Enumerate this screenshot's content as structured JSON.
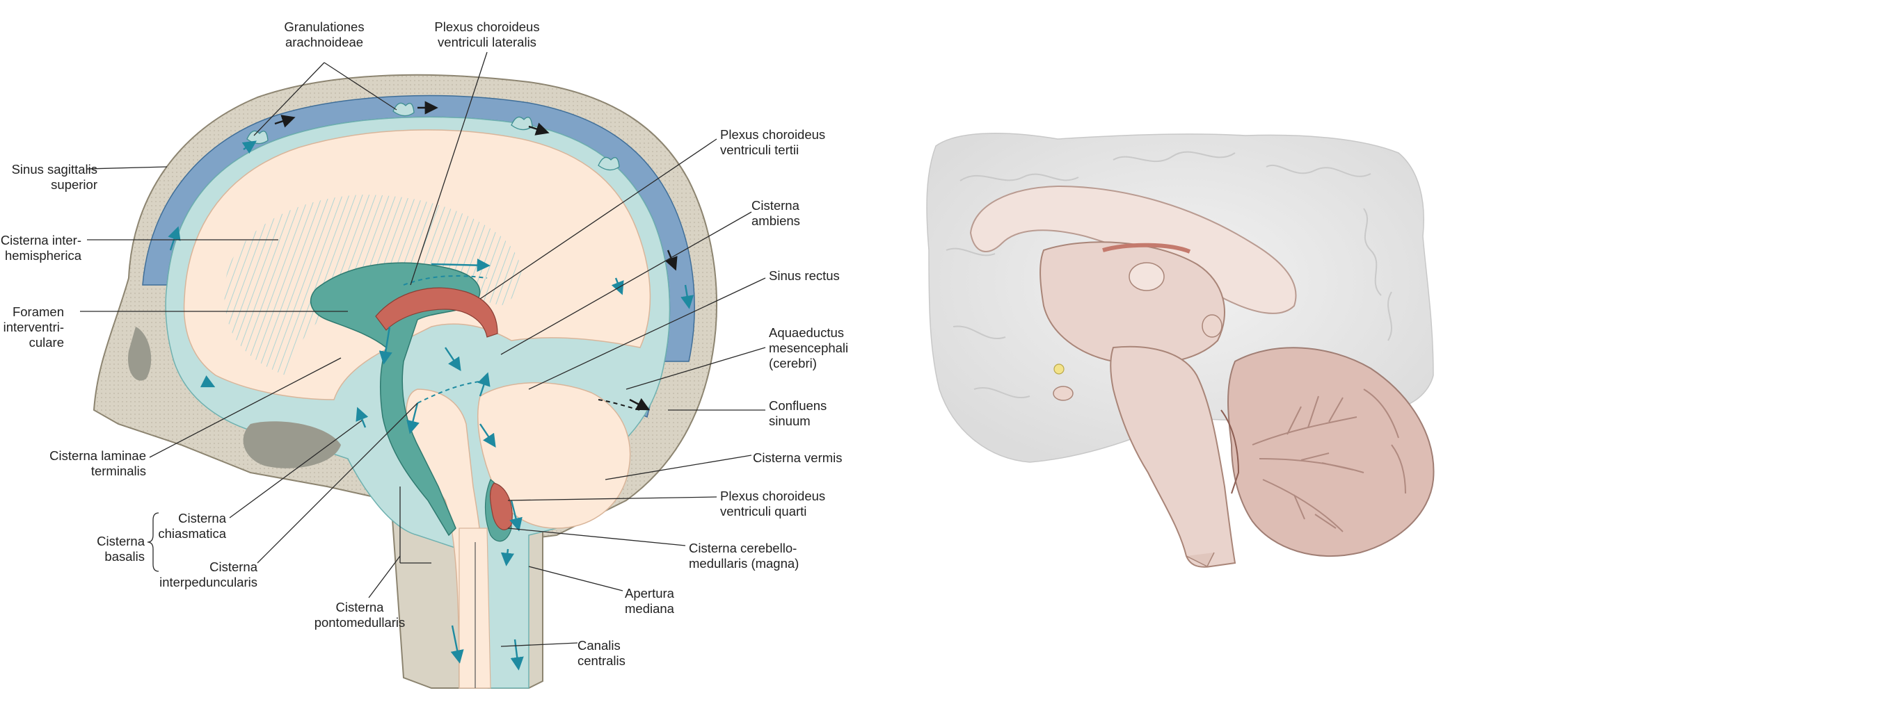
{
  "labels": {
    "granulationes": [
      "Granulationes",
      "arachnoideae"
    ],
    "plexus_lat": [
      "Plexus choroideus",
      "ventriculi lateralis"
    ],
    "plexus_tertii": [
      "Plexus choroideus",
      "ventriculi tertii"
    ],
    "cisterna_ambiens": [
      "Cisterna",
      "ambiens"
    ],
    "sinus_rectus": [
      "Sinus rectus"
    ],
    "aquaeductus": [
      "Aquaeductus",
      "mesencephali",
      "(cerebri)"
    ],
    "confluens": [
      "Confluens",
      "sinuum"
    ],
    "cisterna_vermis": [
      "Cisterna vermis"
    ],
    "plexus_quarti": [
      "Plexus choroideus",
      "ventriculi quarti"
    ],
    "cisterna_cerebello": [
      "Cisterna cerebello-",
      "medullaris (magna)"
    ],
    "apertura": [
      "Apertura",
      "mediana"
    ],
    "canalis": [
      "Canalis",
      "centralis"
    ],
    "sinus_sagittalis": [
      "Sinus sagittalis",
      "superior"
    ],
    "cisterna_inter": [
      "Cisterna inter-",
      "hemispherica"
    ],
    "foramen": [
      "Foramen",
      "interventri-",
      "culare"
    ],
    "cisterna_laminae": [
      "Cisterna laminae",
      "terminalis"
    ],
    "cisterna_basalis": [
      "Cisterna",
      "basalis"
    ],
    "cisterna_chiasmatica": [
      "Cisterna",
      "chiasmatica"
    ],
    "cisterna_interped": [
      "Cisterna",
      "interpeduncularis"
    ],
    "cisterna_ponto": [
      "Cisterna",
      "pontomedullaris"
    ]
  },
  "colors": {
    "bone": "#d9d3c4",
    "sinus": "#7fa3c7",
    "csf": "#bfe0de",
    "ventricle": "#5aa89c",
    "brain": "#fde9d8",
    "plexus": "#c9675a",
    "arrow_blue": "#1e8aa0",
    "arrow_dark": "#1a1a1a"
  }
}
